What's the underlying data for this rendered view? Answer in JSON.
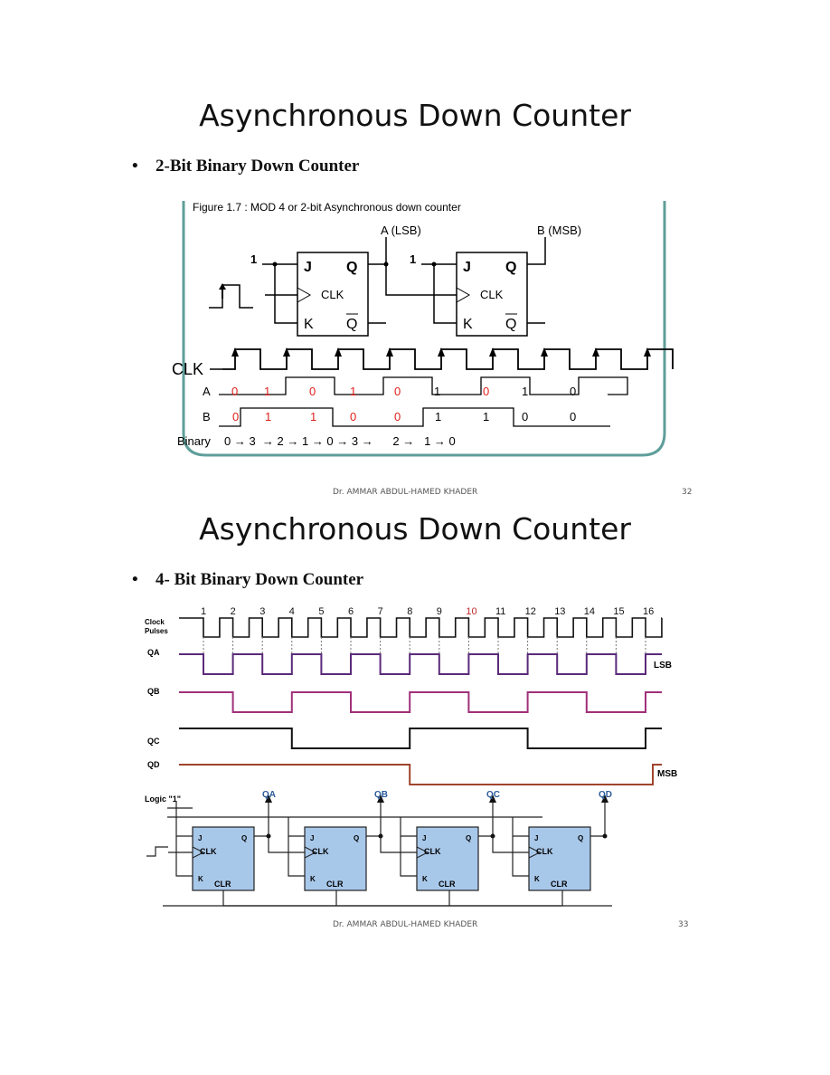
{
  "slide1": {
    "title": "Asynchronous Down Counter",
    "bullet": "2-Bit Binary Down Counter",
    "figure_caption": "Figure 1.7 : MOD 4 or 2-bit Asynchronous down counter",
    "labels": {
      "a_lsb": "A (LSB)",
      "b_msb": "B (MSB)",
      "one_1": "1",
      "one_2": "1",
      "j": "J",
      "k": "K",
      "q": "Q",
      "qbar": "Q",
      "clk": "CLK",
      "clk_big": "CLK",
      "a_row": "A",
      "b_row": "B",
      "binary": "Binary"
    },
    "a_values": [
      "0",
      "1",
      "0",
      "1",
      "0",
      "1",
      "0",
      "1",
      "0"
    ],
    "b_values": [
      "0",
      "1",
      "1",
      "0",
      "0",
      "1",
      "1",
      "0",
      "0"
    ],
    "binary_sequence": "0 → 3  → 2 → 1 → 0 → 3 →      2 →   1 → 0",
    "footer_author": "Dr. AMMAR ABDUL-HAMED KHADER",
    "page_number": "32",
    "colors": {
      "highlight_values": "#e0201b",
      "border": "#5f9e9a"
    }
  },
  "slide2": {
    "title": "Asynchronous Down Counter",
    "bullet": "4- Bit Binary Down Counter",
    "clock_numbers": [
      "1",
      "2",
      "3",
      "4",
      "5",
      "6",
      "7",
      "8",
      "9",
      "10",
      "11",
      "12",
      "13",
      "14",
      "15",
      "16"
    ],
    "labels": {
      "clock_pulses_1": "Clock",
      "clock_pulses_2": "Pulses",
      "qa": "QA",
      "qb": "QB",
      "qc": "QC",
      "qd": "QD",
      "lsb": "LSB",
      "msb": "MSB",
      "logic1": "Logic \"1\"",
      "out_a": "QA",
      "out_b": "QB",
      "out_c": "QC",
      "out_d": "QD",
      "ff_j": "J",
      "ff_q": "Q",
      "ff_clk": "CLK",
      "ff_k": "K",
      "ff_clr": "CLR"
    },
    "footer_author": "Dr. AMMAR ABDUL-HAMED KHADER",
    "page_number": "33",
    "colors": {
      "qa": "#5a2a7a",
      "qb": "#a0307a",
      "qc": "#111111",
      "qd": "#a0442c",
      "ff_fill": "#a8c8ea",
      "label_blue": "#2a5a9a"
    }
  }
}
